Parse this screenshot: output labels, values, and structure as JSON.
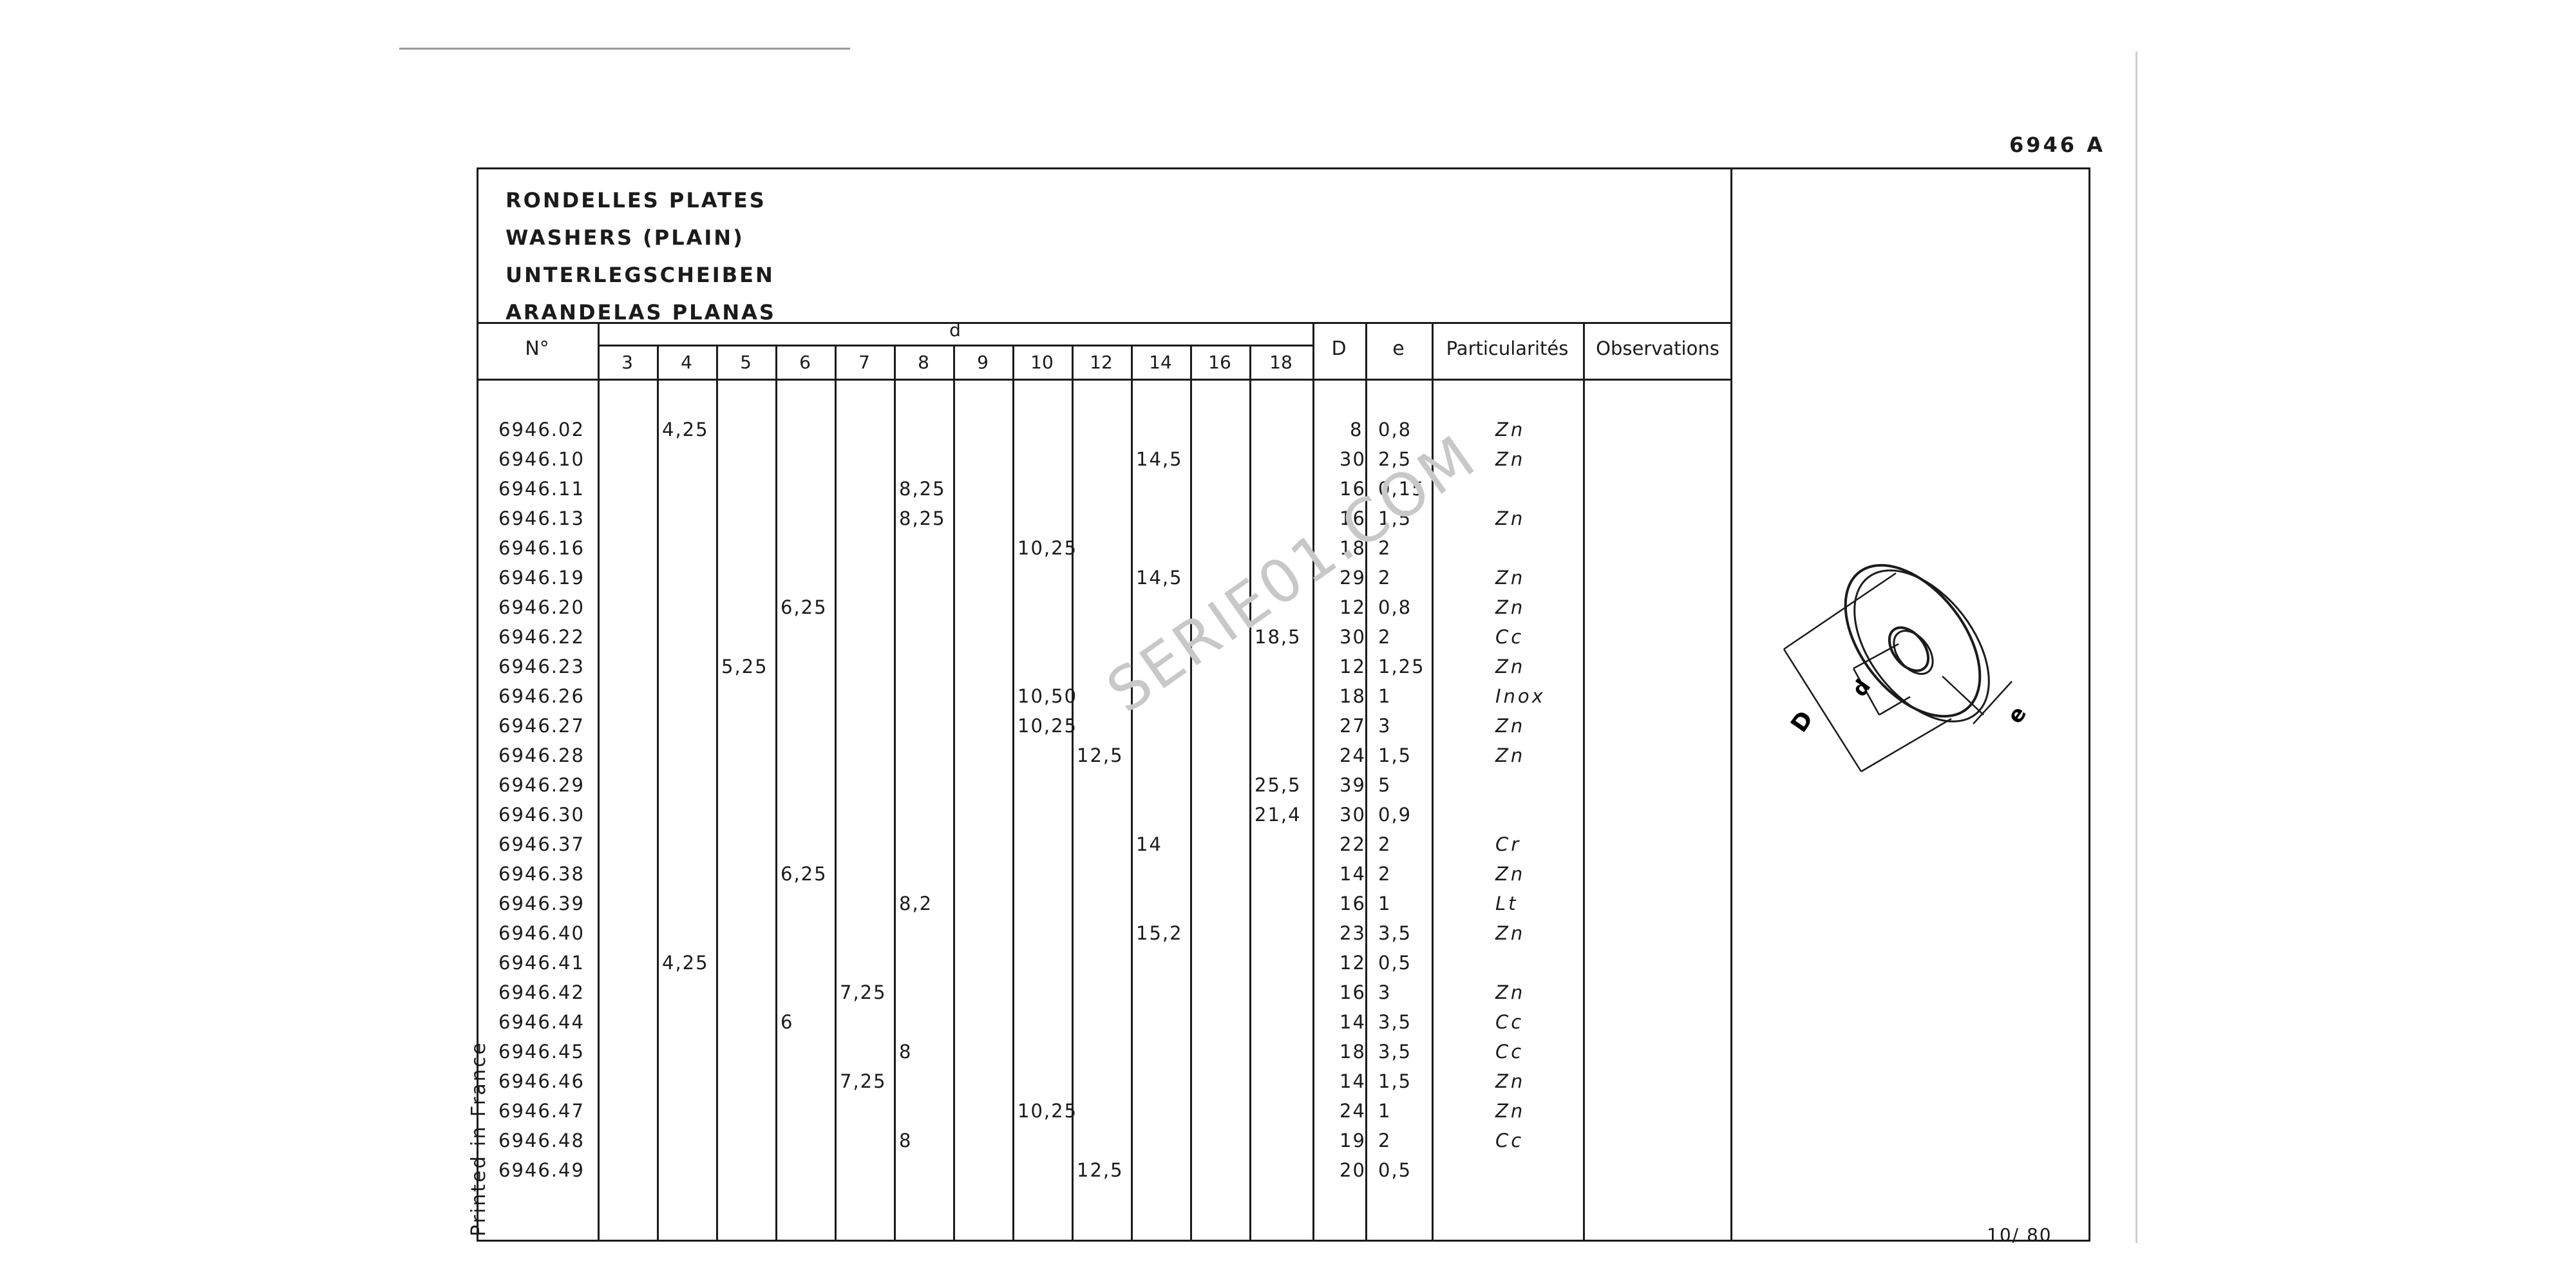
{
  "doc_code": "6946 A",
  "titles": [
    "RONDELLES PLATES",
    "WASHERS (PLAIN)",
    "UNTERLEGSCHEIBEN",
    "ARANDELAS PLANAS"
  ],
  "header": {
    "no": "N°",
    "d_group": "d",
    "d_cols": [
      "3",
      "4",
      "5",
      "6",
      "7",
      "8",
      "9",
      "10",
      "12",
      "14",
      "16",
      "18"
    ],
    "D": "D",
    "e": "e",
    "particularites": "Particularités",
    "observations": "Observations"
  },
  "rows": [
    {
      "no": "6946.02",
      "d_col": "4",
      "d_val": "4,25",
      "D": "8",
      "e": "0,8",
      "part": "Zn"
    },
    {
      "no": "6946.10",
      "d_col": "14",
      "d_val": "14,5",
      "D": "30",
      "e": "2,5",
      "part": "Zn"
    },
    {
      "no": "6946.11",
      "d_col": "8",
      "d_val": "8,25",
      "D": "16",
      "e": "0,15",
      "part": ""
    },
    {
      "no": "6946.13",
      "d_col": "8",
      "d_val": "8,25",
      "D": "16",
      "e": "1,5",
      "part": "Zn"
    },
    {
      "no": "6946.16",
      "d_col": "10",
      "d_val": "10,25",
      "D": "18",
      "e": "2",
      "part": ""
    },
    {
      "no": "6946.19",
      "d_col": "14",
      "d_val": "14,5",
      "D": "29",
      "e": "2",
      "part": "Zn"
    },
    {
      "no": "6946.20",
      "d_col": "6",
      "d_val": "6,25",
      "D": "12",
      "e": "0,8",
      "part": "Zn"
    },
    {
      "no": "6946.22",
      "d_col": "18",
      "d_val": "18,5",
      "D": "30",
      "e": "2",
      "part": "Cc"
    },
    {
      "no": "6946.23",
      "d_col": "5",
      "d_val": "5,25",
      "D": "12",
      "e": "1,25",
      "part": "Zn"
    },
    {
      "no": "6946.26",
      "d_col": "10",
      "d_val": "10,50",
      "D": "18",
      "e": "1",
      "part": "Inox"
    },
    {
      "no": "6946.27",
      "d_col": "10",
      "d_val": "10,25",
      "D": "27",
      "e": "3",
      "part": "Zn"
    },
    {
      "no": "6946.28",
      "d_col": "12",
      "d_val": "12,5",
      "D": "24",
      "e": "1,5",
      "part": "Zn"
    },
    {
      "no": "6946.29",
      "d_col": "18",
      "d_val": "25,5",
      "D": "39",
      "e": "5",
      "part": ""
    },
    {
      "no": "6946.30",
      "d_col": "18",
      "d_val": "21,4",
      "D": "30",
      "e": "0,9",
      "part": ""
    },
    {
      "no": "6946.37",
      "d_col": "14",
      "d_val": "14",
      "D": "22",
      "e": "2",
      "part": "Cr"
    },
    {
      "no": "6946.38",
      "d_col": "6",
      "d_val": "6,25",
      "D": "14",
      "e": "2",
      "part": "Zn"
    },
    {
      "no": "6946.39",
      "d_col": "8",
      "d_val": "8,2",
      "D": "16",
      "e": "1",
      "part": "Lt"
    },
    {
      "no": "6946.40",
      "d_col": "14",
      "d_val": "15,2",
      "D": "23",
      "e": "3,5",
      "part": "Zn"
    },
    {
      "no": "6946.41",
      "d_col": "4",
      "d_val": "4,25",
      "D": "12",
      "e": "0,5",
      "part": ""
    },
    {
      "no": "6946.42",
      "d_col": "7",
      "d_val": "7,25",
      "D": "16",
      "e": "3",
      "part": "Zn"
    },
    {
      "no": "6946.44",
      "d_col": "6",
      "d_val": "6",
      "D": "14",
      "e": "3,5",
      "part": "Cc"
    },
    {
      "no": "6946.45",
      "d_col": "8",
      "d_val": "8",
      "D": "18",
      "e": "3,5",
      "part": "Cc"
    },
    {
      "no": "6946.46",
      "d_col": "7",
      "d_val": "7,25",
      "D": "14",
      "e": "1,5",
      "part": "Zn"
    },
    {
      "no": "6946.47",
      "d_col": "10",
      "d_val": "10,25",
      "D": "24",
      "e": "1",
      "part": "Zn"
    },
    {
      "no": "6946.48",
      "d_col": "8",
      "d_val": "8",
      "D": "19",
      "e": "2",
      "part": "Cc"
    },
    {
      "no": "6946.49",
      "d_col": "12",
      "d_val": "12,5",
      "D": "20",
      "e": "0,5",
      "part": ""
    }
  ],
  "printed_in": "Printed in France",
  "page_number": "10/ 80",
  "watermark": "SERIE01.COM",
  "diagram": {
    "label_D": "D",
    "label_d": "d",
    "label_e": "e"
  }
}
